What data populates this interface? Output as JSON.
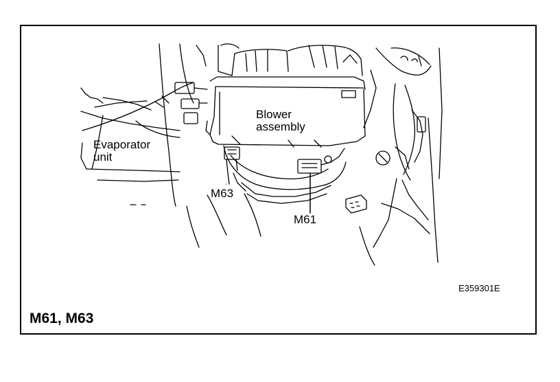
{
  "labels": {
    "blower_line1": "Blower",
    "blower_line2": "assembly",
    "evaporator_line1": "Evaporator",
    "evaporator_line2": "unit",
    "m63": "M63",
    "m61": "M61"
  },
  "image_code": "E359301E",
  "title": "M61, M63"
}
